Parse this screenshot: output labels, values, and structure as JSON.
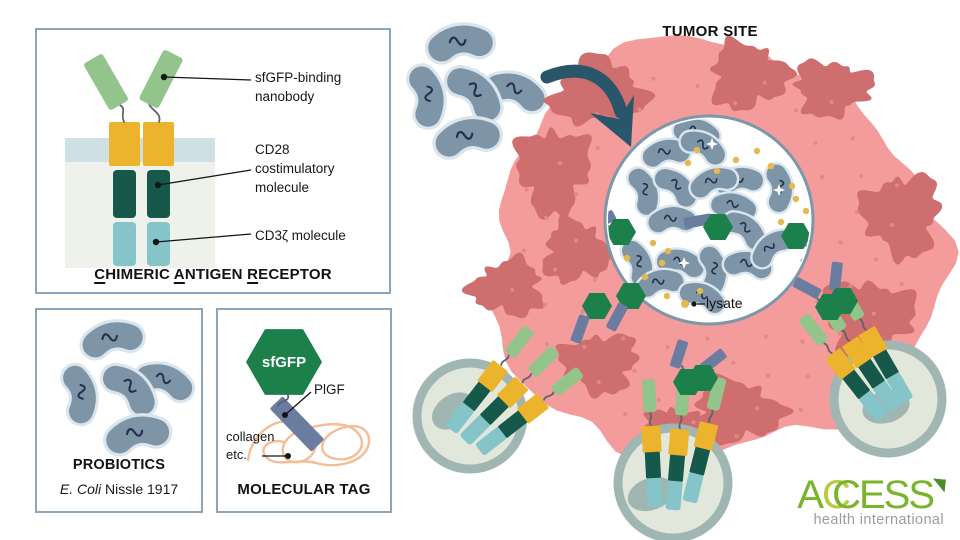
{
  "panels": {
    "car": {
      "title_parts": [
        {
          "u": "C",
          "t": "HIMERIC "
        },
        {
          "u": "A",
          "t": "NTIGEN "
        },
        {
          "u": "R",
          "t": "ECEPTOR"
        }
      ],
      "label_nanobody": "sfGFP-binding\nnanobody",
      "label_cd28": "CD28\ncostimulatory\nmolecule",
      "label_cd3z": "CD3ζ molecule"
    },
    "probiotics": {
      "title": "PROBIOTICS",
      "subtitle_italic": "E. Coli",
      "subtitle_rest": " Nissle 1917"
    },
    "tag": {
      "title": "MOLECULAR TAG",
      "hex_label": "sfGFP",
      "pigf_label": "PlGF",
      "collagen_label": "collagen\netc."
    }
  },
  "tumor": {
    "title": "TUMOR SITE",
    "lysate_label": "lysate"
  },
  "logo": {
    "a": "A",
    "c1": "C",
    "c2": "C",
    "rest": "ESS",
    "tagline": "health international"
  },
  "colors": {
    "bacteria": "#7e95a7",
    "nanobody": "#93c48c",
    "transmembrane": "#ecb32c",
    "cd28": "#16584a",
    "cd3z": "#85c4c9",
    "membrane": "#cfe0e4",
    "hexagon": "#1b8049",
    "pigf": "#6b7ca1",
    "collagen": "#f4bd96",
    "tumor": "#f49b9b",
    "tumor_dark": "#cf6e6e",
    "tumor_dot": "#df8989",
    "lysate": "#e3ba4d",
    "arrow": "#29566b",
    "cell_ring": "#a0b6b2",
    "cell_fill": "#e2e7db",
    "panel_border": "#8ba6ba",
    "logo_green": "#7ab42c",
    "logo_light": "#b8ca3d",
    "logo_dark": "#4c8b2a",
    "logo_gray": "#9b9da0"
  }
}
